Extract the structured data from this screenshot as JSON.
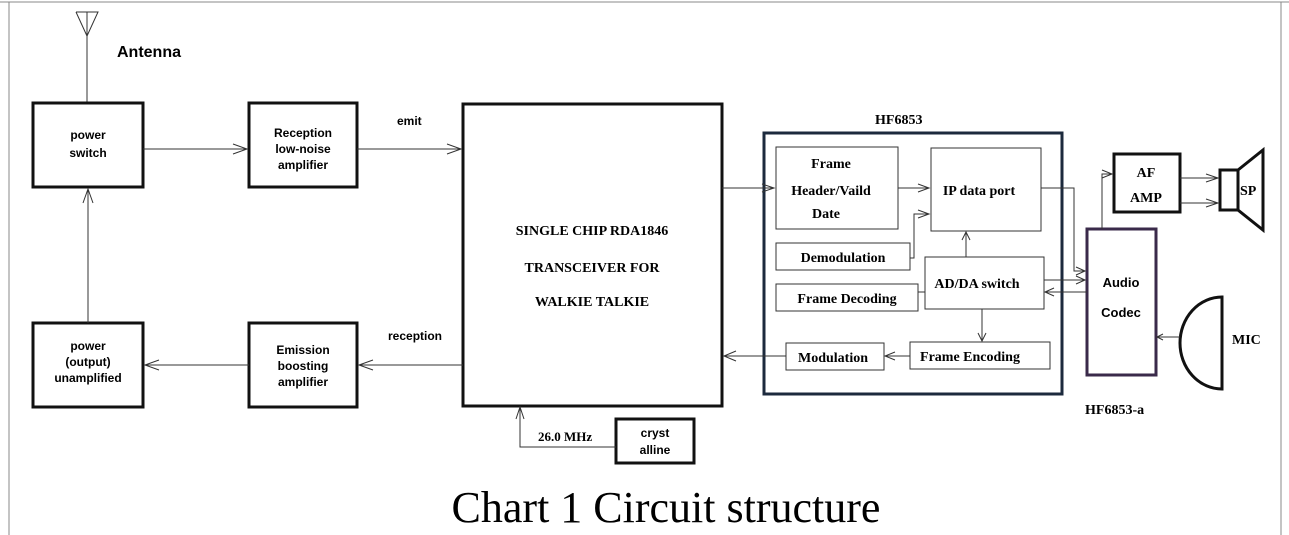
{
  "antenna": {
    "label": "Antenna"
  },
  "blocks": {
    "power_switch": [
      "power",
      "switch"
    ],
    "reception_lna": [
      "Reception",
      "low-noise",
      "amplifier"
    ],
    "power_output": [
      "power",
      "(output)",
      "unamplified"
    ],
    "emission_amp": [
      "Emission",
      "boosting",
      "amplifier"
    ],
    "transceiver": [
      "SINGLE CHIP RDA1846",
      "TRANSCEIVER FOR",
      "WALKIE TALKIE"
    ],
    "crystal": [
      "cryst",
      "alline"
    ]
  },
  "signals": {
    "emit": "emit",
    "reception": "reception",
    "frequency": "26.0 MHz"
  },
  "hf6853": {
    "title": "HF6853",
    "frame_header": [
      "Frame",
      "Header/Vaild",
      "Date"
    ],
    "ip_data_port": "IP data port",
    "demodulation": "Demodulation",
    "frame_decoding": "Frame Decoding",
    "adda_switch": "AD/DA switch",
    "modulation": "Modulation",
    "frame_encoding": "Frame Encoding"
  },
  "codec": {
    "lines": [
      "Audio",
      "Codec"
    ],
    "label": "HF6853-a"
  },
  "af_amp": [
    "AF",
    "AMP"
  ],
  "speaker": "SP",
  "mic": "MIC",
  "caption": "Chart 1 Circuit structure"
}
